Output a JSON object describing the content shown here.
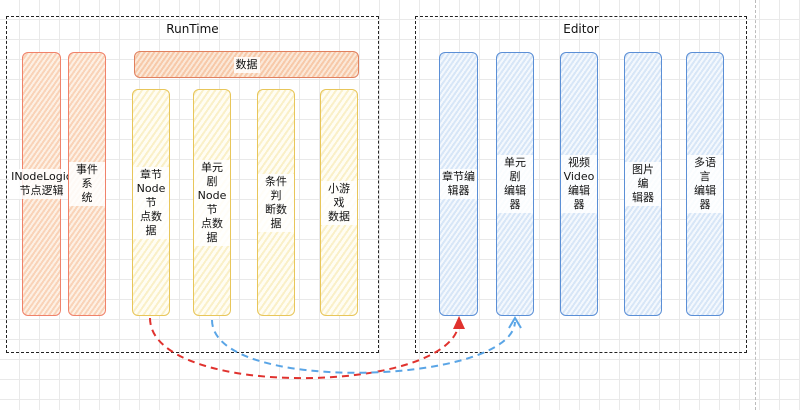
{
  "runtime": {
    "title": "RunTime",
    "data_bar": "数据",
    "columns": [
      {
        "id": "inodelogic",
        "label": "INodeLogic\n节点逻辑"
      },
      {
        "id": "event-system",
        "label": "事件系\n统"
      },
      {
        "id": "chapter-data",
        "label": "章节\nNode节\n点数据"
      },
      {
        "id": "episode-data",
        "label": "单元剧\nNode节\n点数据"
      },
      {
        "id": "condition-data",
        "label": "条件判\n断数据"
      },
      {
        "id": "minigame-data",
        "label": "小游戏\n数据"
      }
    ]
  },
  "editor": {
    "title": "Editor",
    "columns": [
      {
        "id": "chapter-editor",
        "label": "章节编\n辑器"
      },
      {
        "id": "episode-editor",
        "label": "单元剧\n编辑器"
      },
      {
        "id": "video-editor",
        "label": "视频\nVideo\n编辑器"
      },
      {
        "id": "image-editor",
        "label": "图片编\n辑器"
      },
      {
        "id": "multilang-editor",
        "label": "多语言\n编辑器"
      }
    ]
  },
  "colors": {
    "red_arrow": "#e0322e",
    "blue_arrow": "#5aa5e6",
    "orange": "#f0826a",
    "yellow": "#e8c65a",
    "blue": "#5b8fd6"
  }
}
